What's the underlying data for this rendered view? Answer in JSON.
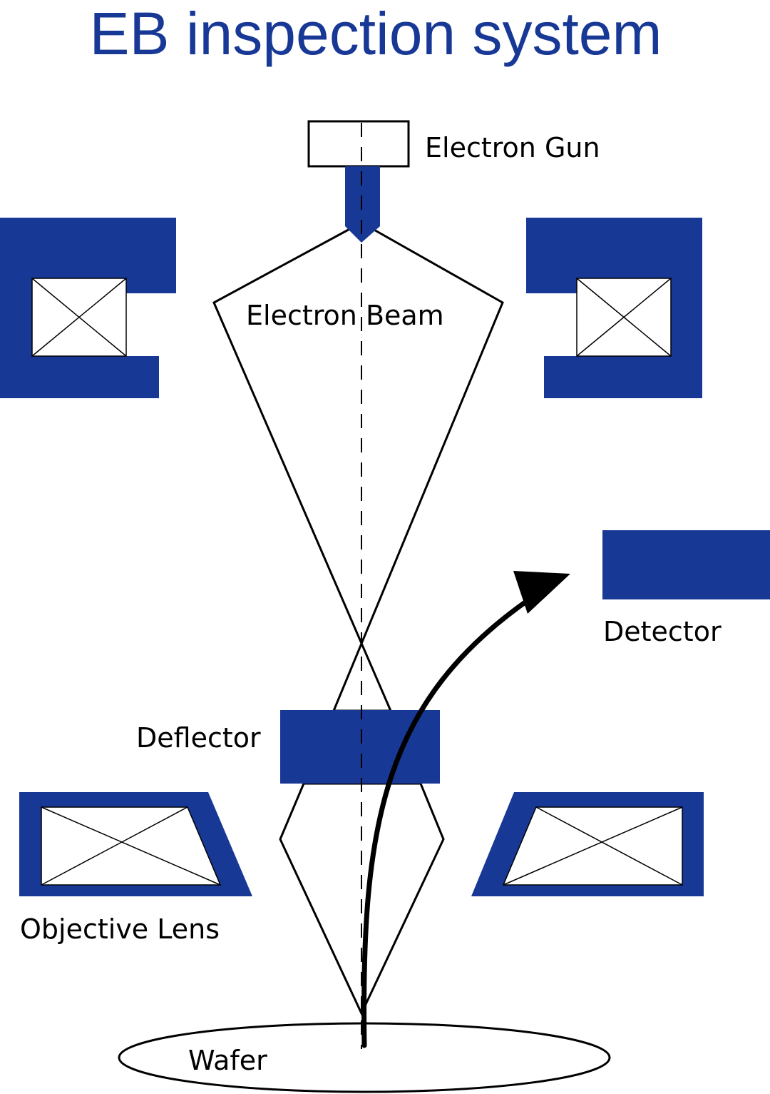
{
  "title": "EB inspection system",
  "labels": {
    "electron_gun": "Electron Gun",
    "electron_beam": "Electron Beam",
    "detector": "Detector",
    "deflector": "Deflector",
    "objective_lens": "Objective Lens",
    "wafer": "Wafer"
  },
  "colors": {
    "accent": "#183896",
    "outline": "#000000",
    "background": "#ffffff"
  }
}
